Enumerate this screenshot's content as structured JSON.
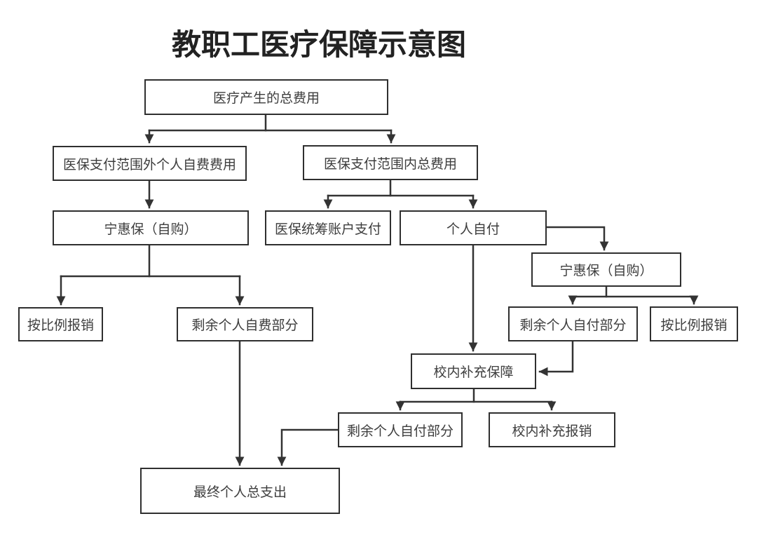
{
  "title": "教职工医疗保障示意图",
  "colors": {
    "line": "#333333",
    "box_border": "#2f2f2f",
    "text": "#3d3d3d",
    "background": "#ffffff"
  },
  "nodes": {
    "total_cost": {
      "label": "医疗产生的总费用"
    },
    "out_of_scope": {
      "label": "医保支付范围外个人自费费用"
    },
    "in_scope": {
      "label": "医保支付范围内总费用"
    },
    "ninghuibao_left": {
      "label": "宁惠保（自购）"
    },
    "pooled_account": {
      "label": "医保统筹账户支付"
    },
    "self_pay": {
      "label": "个人自付"
    },
    "ninghuibao_right": {
      "label": "宁惠保（自购）"
    },
    "ratio_reimburse_left": {
      "label": "按比例报销"
    },
    "remaining_self_fee": {
      "label": "剩余个人自费部分"
    },
    "remaining_self_pay_right": {
      "label": "剩余个人自付部分"
    },
    "ratio_reimburse_right": {
      "label": "按比例报销"
    },
    "school_supplement": {
      "label": "校内补充保障"
    },
    "remaining_self_pay_bottom": {
      "label": "剩余个人自付部分"
    },
    "school_reimburse": {
      "label": "校内补充报销"
    },
    "final_total": {
      "label": "最终个人总支出"
    }
  }
}
